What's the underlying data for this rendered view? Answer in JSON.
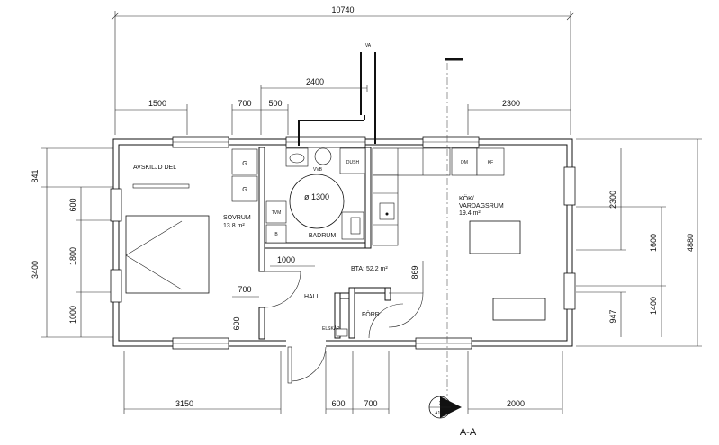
{
  "dimensions": {
    "total_width": "10740",
    "left_1500": "1500",
    "top_700": "700",
    "top_500": "500",
    "top_2400": "2400",
    "right_2300": "2300",
    "left_841": "841",
    "left_600": "600",
    "left_3400": "3400",
    "left_1800": "1800",
    "left_1000": "1000",
    "right_2300_v": "2300",
    "right_1600": "1600",
    "right_4880": "4880",
    "right_1400": "1400",
    "right_947": "947",
    "hall_1000": "1000",
    "hall_700": "700",
    "hall_600": "600",
    "hall_869": "869",
    "bottom_3150": "3150",
    "bottom_600": "600",
    "bottom_700": "700",
    "bottom_2000": "2000"
  },
  "labels": {
    "va": "VA",
    "avskiljd_del": "AVSKILJD DEL",
    "sovrum": "SOVRUM",
    "sovrum_area": "13.8 m²",
    "badrum": "BADRUM",
    "circle_dia": "ø 1300",
    "kok": "KÖK/",
    "vardagsrum": "VARDAGSRUM",
    "kok_area": "19.4 m²",
    "bta": "BTA: 52.2 m²",
    "hall": "HALL",
    "forr": "FÖRR.",
    "elskap": "ELSKÅP",
    "g1": "G",
    "g2": "G",
    "vvb": "VVB",
    "dush": "DUSH",
    "tvm": "TVM",
    "tt": "B",
    "dm": "DM",
    "kf": "KF",
    "section_num": "1",
    "section_ref": "A102",
    "section_title": "A-A"
  }
}
